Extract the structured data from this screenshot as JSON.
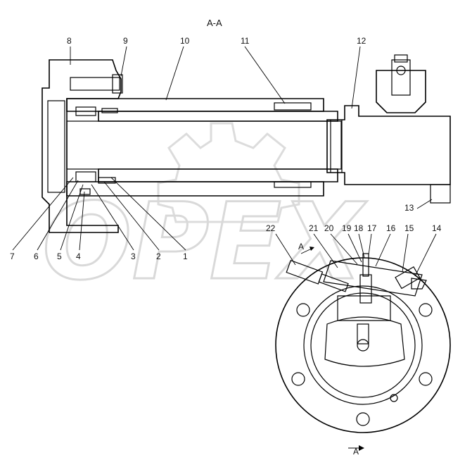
{
  "section_title": "A-A",
  "view_marker_top": "A",
  "view_marker_bottom": "A",
  "watermark": "OPEX",
  "callouts": {
    "c1": "1",
    "c2": "2",
    "c3": "3",
    "c4": "4",
    "c5": "5",
    "c6": "6",
    "c7": "7",
    "c8": "8",
    "c9": "9",
    "c10": "10",
    "c11": "11",
    "c12": "12",
    "c13": "13",
    "c14": "14",
    "c15": "15",
    "c16": "16",
    "c17": "17",
    "c18": "18",
    "c19": "19",
    "c20": "20",
    "c21": "21",
    "c22": "22"
  },
  "colors": {
    "line": "#000000",
    "background": "#ffffff",
    "watermark": "#d9d9d9"
  }
}
